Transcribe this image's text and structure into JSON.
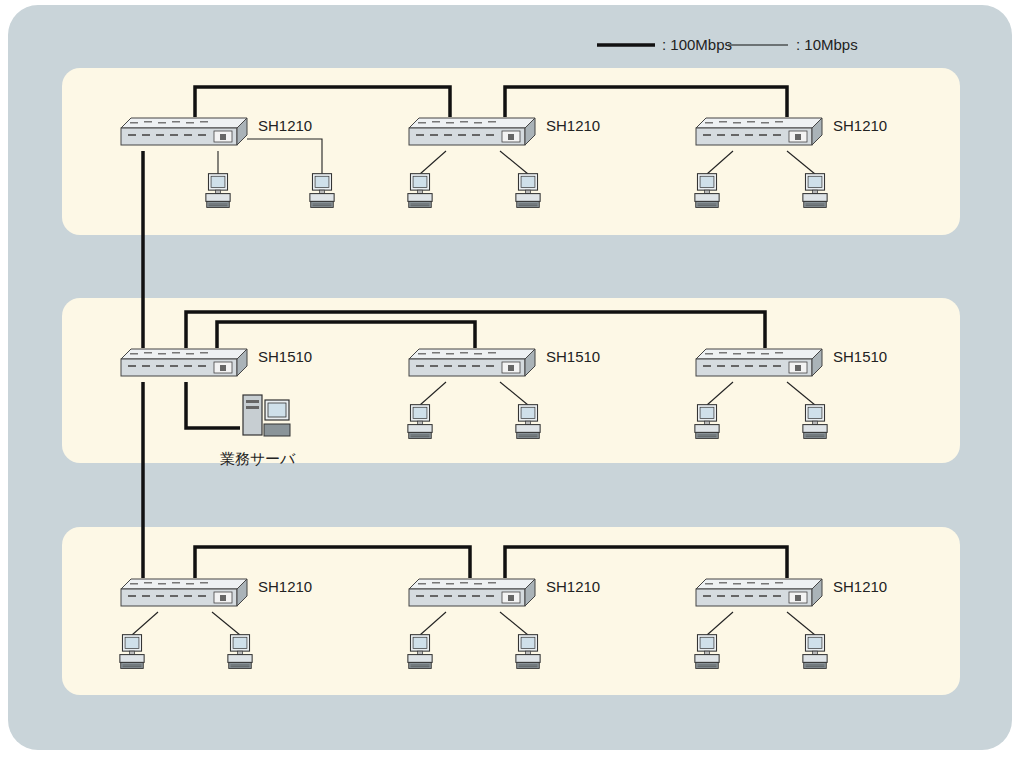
{
  "diagram": {
    "nodes": [
      {
        "text": [
          "SH1210"
        ]
      },
      {
        "text": [
          "SH1210"
        ]
      },
      {
        "text": [
          "SH1210"
        ]
      },
      {
        "text": [
          "SH1510"
        ]
      },
      {
        "text": [
          "SH1510"
        ]
      },
      {
        "text": [
          "SH1510"
        ]
      },
      {
        "text": [
          "業務サーバ"
        ]
      },
      {
        "text": [
          "SH1210"
        ]
      },
      {
        "text": [
          "SH1210"
        ]
      },
      {
        "text": [
          "SH1210"
        ]
      }
    ],
    "edges": [
      {
        "from": 0,
        "to": 1,
        "arrow": "none"
      },
      {
        "from": 1,
        "to": 2,
        "arrow": "none"
      },
      {
        "from": 0,
        "to": 3,
        "arrow": "none"
      },
      {
        "from": 3,
        "to": 4,
        "arrow": "none"
      },
      {
        "from": 3,
        "to": 5,
        "arrow": "none"
      },
      {
        "from": 3,
        "to": 6,
        "arrow": "none"
      },
      {
        "from": 3,
        "to": 7,
        "arrow": "none"
      },
      {
        "from": 7,
        "to": 8,
        "arrow": "none"
      },
      {
        "from": 8,
        "to": 9,
        "arrow": "none"
      }
    ],
    "legend": [
      {
        "text": ": 100Mbps"
      },
      {
        "text": ": 10Mbps"
      }
    ]
  }
}
